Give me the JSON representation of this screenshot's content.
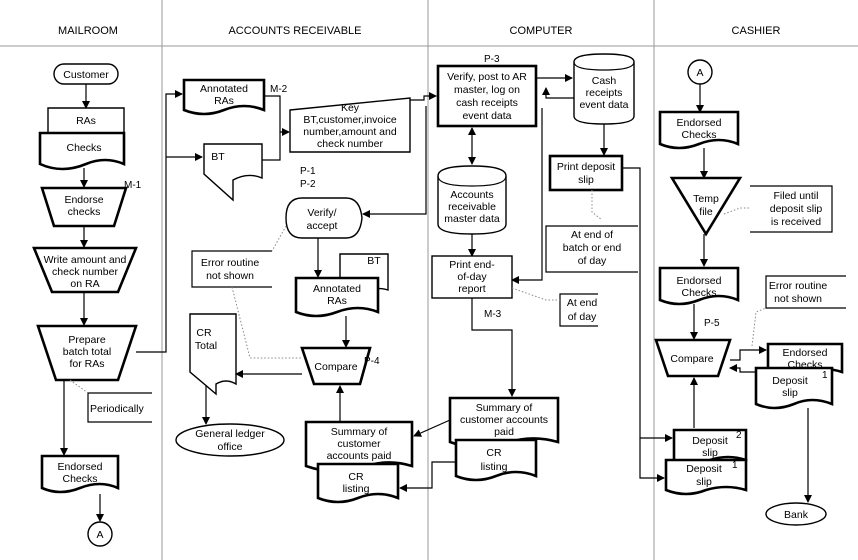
{
  "lanes": {
    "mailroom": "MAILROOM",
    "ar": "ACCOUNTS RECEIVABLE",
    "computer": "COMPUTER",
    "cashier": "CASHIER"
  },
  "nodes": {
    "customer": "Customer",
    "ras": "RAs",
    "checks_m": "Checks",
    "m1": "M-1",
    "endorse": [
      "Endorse",
      "checks"
    ],
    "write": [
      "Write amount and",
      "check number",
      "on RA"
    ],
    "prepare": [
      "Prepare",
      "batch total",
      "for RAs"
    ],
    "periodically": "Periodically",
    "endorsed_checks_m": [
      "Endorsed",
      "Checks"
    ],
    "conn_a_bottom": "A",
    "annotated_ras_1": [
      "Annotated",
      "RAs"
    ],
    "m2": "M-2",
    "bt_1": "BT",
    "key": [
      "Key",
      "BT,customer,invoice",
      "number,amount and",
      "check number"
    ],
    "p1": "P-1",
    "p2": "P-2",
    "verify": [
      "Verify/",
      "accept"
    ],
    "error1": [
      "Error routine",
      "not shown"
    ],
    "annotated_ras_2": [
      "Annotated",
      "RAs"
    ],
    "bt_2": "BT",
    "cr_total": [
      "CR",
      "Total"
    ],
    "compare_ar": "Compare",
    "p4": "P-4",
    "gl_office": [
      "General ledger",
      "office"
    ],
    "summary_ar": [
      "Summary of",
      "customer",
      "accounts paid"
    ],
    "cr_listing_ar": [
      "CR",
      "listing"
    ],
    "p3": "P-3",
    "verify_post": [
      "Verify, post to AR",
      "master, log on",
      "cash receipts",
      "event data"
    ],
    "cash_receipts": [
      "Cash",
      "receipts",
      "event data"
    ],
    "ar_master": [
      "Accounts",
      "receivable",
      "master data"
    ],
    "print_deposit": [
      "Print deposit",
      "slip"
    ],
    "end_batch": [
      "At end of",
      "batch or end",
      "of day"
    ],
    "print_eod": [
      "Print end-",
      "of-day",
      "report"
    ],
    "m3": "M-3",
    "end_day": [
      "At end",
      "of day"
    ],
    "summary_c": [
      "Summary of",
      "customer accounts",
      "paid"
    ],
    "cr_listing_c": [
      "CR",
      "listing"
    ],
    "conn_a_top": "A",
    "endorsed_checks_c1": [
      "Endorsed",
      "Checks"
    ],
    "temp_file": [
      "Temp",
      "file"
    ],
    "filed_until": [
      "Filed until",
      "deposit slip",
      "is received"
    ],
    "endorsed_checks_c2": [
      "Endorsed",
      "Checks"
    ],
    "error2": [
      "Error routine",
      "not shown"
    ],
    "p5": "P-5",
    "compare_c": "Compare",
    "endorsed_checks_c3": [
      "Endorsed",
      "Checks"
    ],
    "deposit_slip_1a": [
      "Deposit",
      "slip"
    ],
    "sup1a": "1",
    "deposit_slip_2": [
      "Deposit",
      "slip"
    ],
    "sup2": "2",
    "deposit_slip_1b": [
      "Deposit",
      "slip"
    ],
    "sup1b": "1",
    "bank": "Bank"
  }
}
